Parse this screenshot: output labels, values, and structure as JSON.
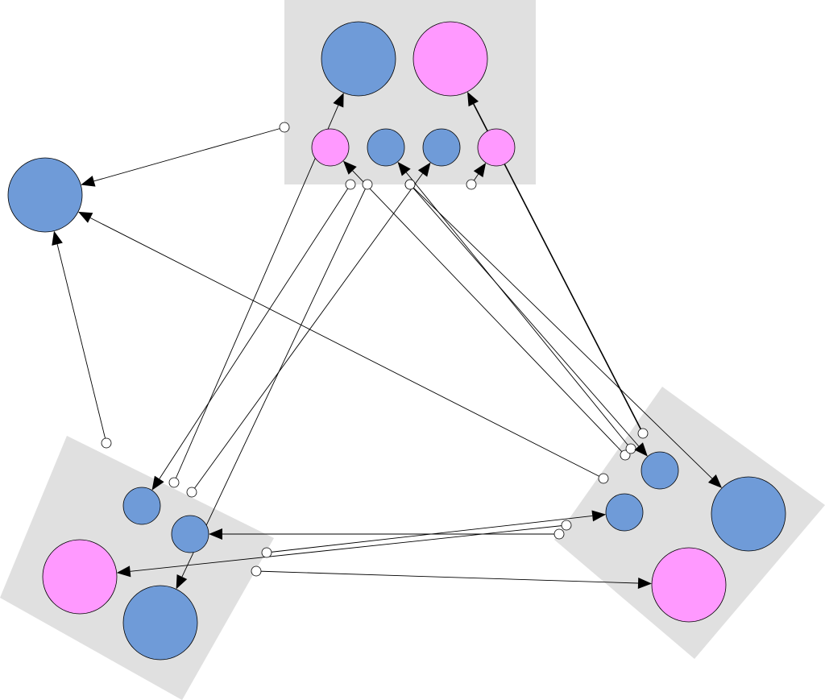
{
  "diagram": {
    "colors": {
      "background": "#ffffff",
      "group_fill": "#e0e0e0",
      "blue_node": "#6f9bd8",
      "pink_node": "#ff99ff",
      "edge": "#000000",
      "port_fill": "#ffffff"
    },
    "groups": [
      {
        "id": "top-group"
      },
      {
        "id": "bottom-left-group"
      },
      {
        "id": "bottom-right-group"
      }
    ],
    "nodes": [
      {
        "id": "standalone-large",
        "color": "blue"
      },
      {
        "id": "top-large-blue",
        "color": "blue"
      },
      {
        "id": "top-large-pink",
        "color": "pink"
      },
      {
        "id": "top-small-pink-1",
        "color": "pink"
      },
      {
        "id": "top-small-blue-1",
        "color": "blue"
      },
      {
        "id": "top-small-blue-2",
        "color": "blue"
      },
      {
        "id": "top-small-pink-2",
        "color": "pink"
      },
      {
        "id": "bl-small-blue-1",
        "color": "blue"
      },
      {
        "id": "bl-small-blue-2",
        "color": "blue"
      },
      {
        "id": "bl-large-pink",
        "color": "pink"
      },
      {
        "id": "bl-large-blue",
        "color": "blue"
      },
      {
        "id": "br-small-blue-1",
        "color": "blue"
      },
      {
        "id": "br-small-blue-2",
        "color": "blue"
      },
      {
        "id": "br-large-blue",
        "color": "blue"
      },
      {
        "id": "br-large-pink",
        "color": "pink"
      }
    ],
    "edges": [
      {
        "from": "top-group",
        "to": "standalone-large"
      },
      {
        "from": "bottom-left-group",
        "to": "standalone-large"
      },
      {
        "from": "bottom-right-group",
        "to": "standalone-large"
      },
      {
        "from": "bottom-left-group",
        "to": "top-large-blue"
      },
      {
        "from": "bottom-right-group",
        "to": "top-large-pink",
        "bold": true
      },
      {
        "from": "bottom-right-group",
        "to": "top-small-pink-1"
      },
      {
        "from": "bottom-right-group",
        "to": "top-small-blue-1"
      },
      {
        "from": "bottom-left-group",
        "to": "top-small-blue-2"
      },
      {
        "from": "bottom-right-group",
        "to": "top-small-pink-2"
      },
      {
        "from": "top-group",
        "to": "bl-small-blue-1"
      },
      {
        "from": "top-group",
        "to": "bl-large-blue"
      },
      {
        "from": "bottom-right-group",
        "to": "bl-small-blue-2"
      },
      {
        "from": "bottom-right-group",
        "to": "bl-large-pink"
      },
      {
        "from": "top-group",
        "to": "br-small-blue-1"
      },
      {
        "from": "top-group",
        "to": "br-large-blue"
      },
      {
        "from": "bottom-left-group",
        "to": "br-small-blue-2"
      },
      {
        "from": "bottom-left-group",
        "to": "br-large-pink"
      }
    ]
  }
}
